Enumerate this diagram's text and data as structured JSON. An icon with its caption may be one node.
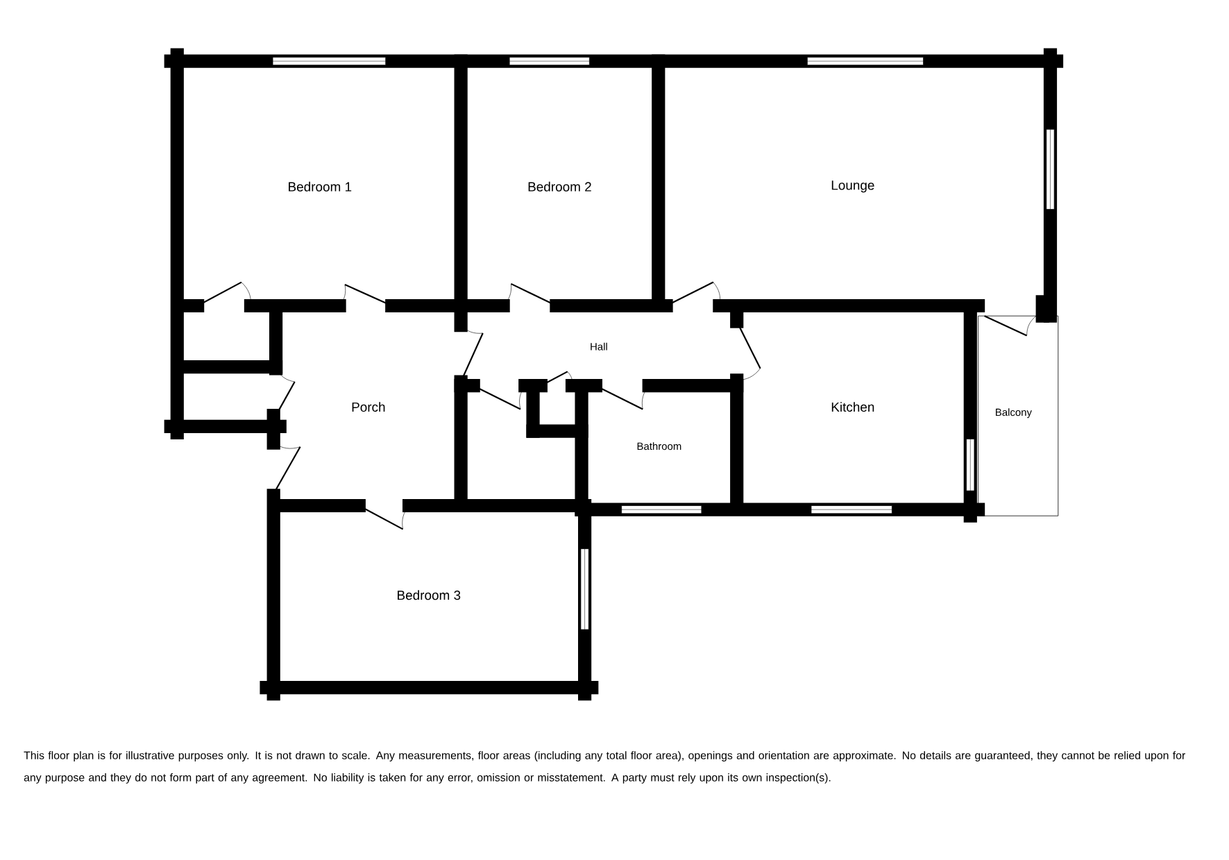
{
  "diagram": {
    "labels": [
      "Bedroom 1",
      "Bedroom 2",
      "Lounge",
      "Hall",
      "Porch",
      "Kitchen",
      "Balcony",
      "Bathroom",
      "Bedroom 3"
    ],
    "caption": "This floor plan is for illustrative purposes only. It is not drawn to scale. Any measurements, floor areas (including any total floor area), openings and orientation are approximate. No details are guaranteed, they cannot be relied upon for any purpose and they do not form part of any agreement. No liability is taken for any error, omission or misstatement. A party must rely upon its own inspection(s)."
  }
}
